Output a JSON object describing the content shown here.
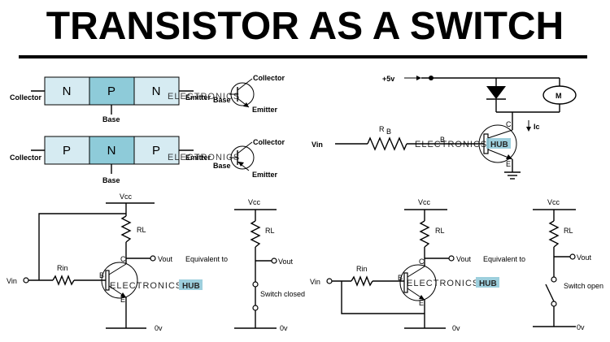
{
  "title": "TRANSISTOR AS A SWITCH",
  "watermark": {
    "prefix": "ELECTRONICS",
    "suffix": "HUB",
    "color": "#7fa6bf"
  },
  "colors": {
    "light_segment": "#d6ebf2",
    "dark_segment": "#8ecbd9",
    "wm_box": "#8cc7d8"
  },
  "npn_block": {
    "segments": [
      "N",
      "P",
      "N"
    ],
    "collector": "Collector",
    "base": "Base",
    "emitter": "Emitter",
    "symbol": {
      "collector": "Collector",
      "base": "Base",
      "emitter": "Emitter"
    }
  },
  "pnp_block": {
    "segments": [
      "P",
      "N",
      "P"
    ],
    "collector": "Collector",
    "base": "Base",
    "emitter": "Emitter",
    "symbol": {
      "collector": "Collector",
      "base": "Base",
      "emitter": "Emitter"
    }
  },
  "motor_circuit": {
    "supply": "+5v",
    "motor": "M",
    "vin": "Vin",
    "rb": "R",
    "rb_sub": "B",
    "b": "B",
    "c": "C",
    "e": "E",
    "ic": "Ic"
  },
  "switch_on": {
    "vcc": "Vcc",
    "rl": "RL",
    "vout": "Vout",
    "equiv": "Equivalent to",
    "vin": "Vin",
    "rin": "Rin",
    "b": "B",
    "c": "C",
    "e": "E",
    "gnd": "0v",
    "eq_vcc": "Vcc",
    "eq_rl": "RL",
    "eq_vout": "Vout",
    "eq_switch": "Switch closed",
    "eq_gnd": "0v"
  },
  "switch_off": {
    "vcc": "Vcc",
    "rl": "RL",
    "vout": "Vout",
    "equiv": "Equivalent to",
    "vin": "Vin",
    "rin": "Rin",
    "b": "B",
    "c": "C",
    "e": "E",
    "gnd": "0v",
    "eq_vcc": "Vcc",
    "eq_rl": "RL",
    "eq_vout": "Vout",
    "eq_switch": "Switch open",
    "eq_gnd": "0v"
  }
}
